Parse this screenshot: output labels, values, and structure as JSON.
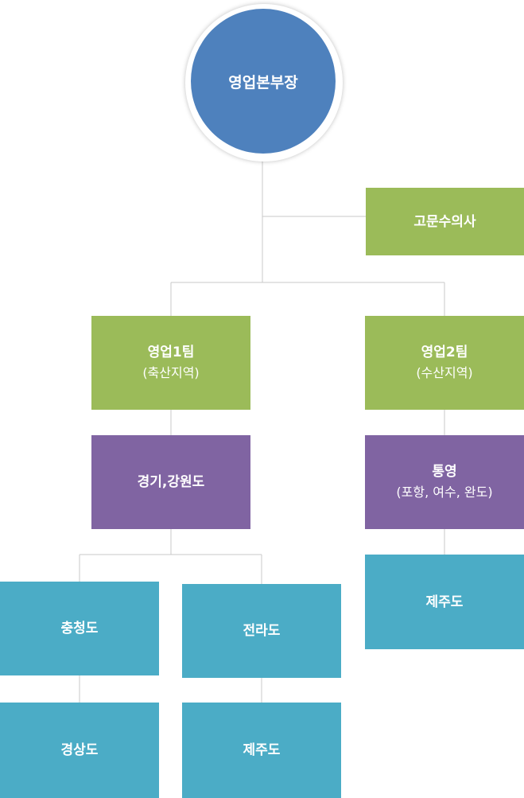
{
  "colors": {
    "root": "#4e81bd",
    "team": "#9bbb59",
    "region": "#8064a2",
    "office": "#4bacc6",
    "connector": "#c9c9c9"
  },
  "root": {
    "label": "영업본부장"
  },
  "advisor": {
    "label": "고문수의사"
  },
  "team1": {
    "name": "영업1팀",
    "area": "(축산지역)"
  },
  "team2": {
    "name": "영업2팀",
    "area": "(수산지역)"
  },
  "region1": {
    "name": "경기,강원도"
  },
  "region2": {
    "name": "통영",
    "detail": "(포항, 여수, 완도)"
  },
  "offices": {
    "chungcheong": "충청도",
    "jeolla": "전라도",
    "gyeongsang": "경상도",
    "jeju_left": "제주도",
    "jeju_right": "제주도"
  }
}
